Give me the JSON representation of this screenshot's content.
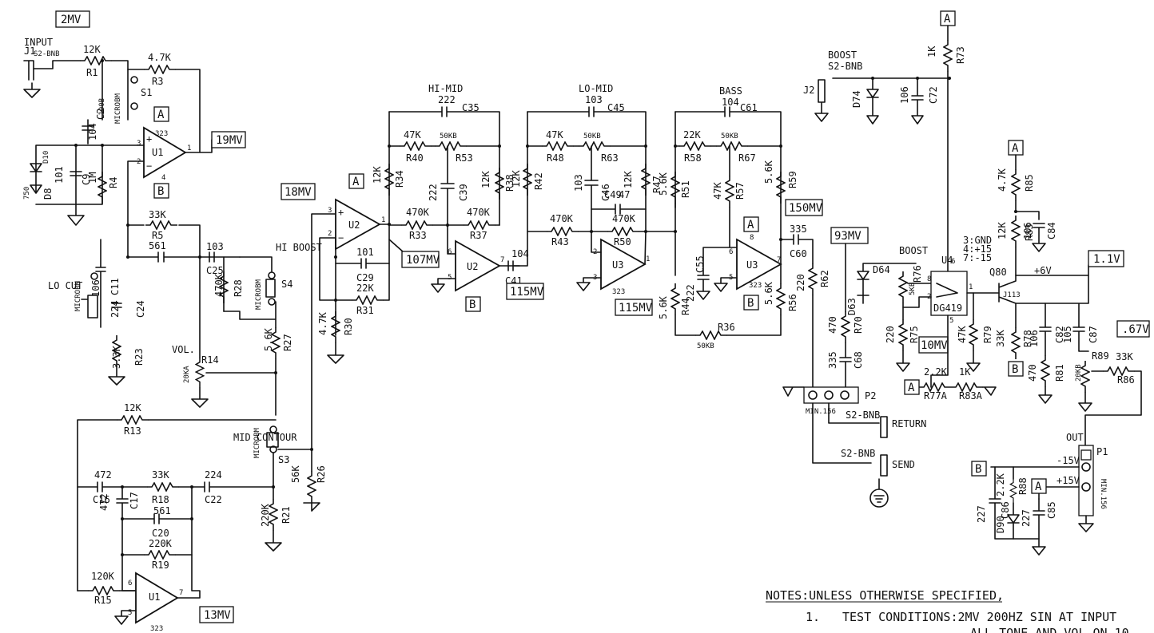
{
  "labels": {
    "input": "INPUT",
    "j1": "J1",
    "s2bnb_in": "S2-BNB",
    "r1": "R1",
    "r1v": "12K",
    "r3": "R3",
    "r3v": "4.7K",
    "s1": "S1",
    "s1s": "MICROBM",
    "c2": "C2",
    "c2v": "104",
    "c2x": ".100B",
    "u1a": "U1",
    "u1pin": "323",
    "r4": "R4",
    "r4v": "1M",
    "c9": "C9",
    "c9v": "101",
    "d8": "D8",
    "d8v": "750",
    "d8x": "D10",
    "r5": "R5",
    "r5v": "33K",
    "c7v": "561",
    "c11": "C11",
    "c11v": "106",
    "lo_cut": "LO CUT",
    "lo_cut_sw": "MICROBM",
    "c24": "C24",
    "c24v": "224",
    "r23": "R23",
    "r23v": "3.3K",
    "c25": "C25",
    "c25v": "103",
    "r28": "R28",
    "r28v": "470K",
    "hi_boost": "HI BOOST",
    "s4": "S4",
    "s4s": "MICROBM",
    "r27": "R27",
    "r27v": "5.6K",
    "vol": "VOL.",
    "r14": "R14",
    "r14v": "20KA",
    "r13": "R13",
    "r13v": "12K",
    "mid_contour": "MID CONTOUR",
    "s3": "S3",
    "s3s": "MICROBM",
    "r26": "R26",
    "r26v": "56K",
    "r21": "R21",
    "r21v": "220K",
    "c16": "C16",
    "c16v": "472",
    "c17": "C17",
    "c17v": "472",
    "r18": "R18",
    "r18v": "33K",
    "c22": "C22",
    "c22v": "224",
    "c20": "C20",
    "c20v": "561",
    "r19": "R19",
    "r19v": "220K",
    "r15": "R15",
    "r15v": "120K",
    "u1b": "U1",
    "u1bpin": "323",
    "u2a": "U2",
    "r34": "R34",
    "r34v": "12K",
    "r30": "R30",
    "r30v": "4.7K",
    "c29": "C29",
    "c29v": "101",
    "r31": "R31",
    "r31v": "22K",
    "hi_mid": "HI-MID",
    "c35": "C35",
    "c35v": "222",
    "r40": "R40",
    "r40v": "47K",
    "r53": "R53",
    "r53v": "50KB",
    "r38": "R38",
    "r38v": "12K",
    "c39": "C39",
    "c39v": "222",
    "r33": "R33",
    "r33v": "470K",
    "r37": "R37",
    "r37v": "470K",
    "u2b": "U2",
    "u2bpin": "323",
    "c41": "C41",
    "c41v": "104",
    "r42": "R42",
    "r42v": "12K",
    "lo_mid": "LO-MID",
    "c45": "C45",
    "c45v": "103",
    "r48": "R48",
    "r48v": "47K",
    "r63": "R63",
    "r63v": "50KB",
    "r47": "R47",
    "r47v": "12K",
    "c46": "C46",
    "c46v": "103",
    "c49": "C49",
    "c49v": "47",
    "r43": "R43",
    "r43v": "470K",
    "r50": "R50",
    "r50v": "470K",
    "u3a": "U3",
    "u3apin": "323",
    "bass": "BASS",
    "c61": "C61",
    "c61v": "104",
    "r58": "R58",
    "r58v": "22K",
    "r67": "R67",
    "r67v": "50KB",
    "r59": "R59",
    "r59v": "5.6K",
    "r51": "R51",
    "r51v": "5.6K",
    "r57": "R57",
    "r57v": "47K",
    "u3b": "U3",
    "u3bpin": "323",
    "c55": "C55",
    "c55v": "222",
    "r44": "R44",
    "r44v": "5.6K",
    "r56": "R56",
    "r56v": "5.6K",
    "r36": "R36",
    "r36v": "50KB",
    "c60": "C60",
    "c60v": "335",
    "r62": "R62",
    "r62v": "220",
    "r70": "R70",
    "r70v": "470",
    "c68": "C68",
    "c68v": "335",
    "p2": "P2",
    "p2s": "MIN.156",
    "s2bnb_ret": "S2-BNB",
    "return": "RETURN",
    "s2bnb_send": "S2-BNB",
    "send": "SEND",
    "boost_top": "BOOST",
    "s2bnb_boost": "S2-BNB",
    "j2": "J2",
    "d74": "D74",
    "c72": "C72",
    "c72v": "106",
    "r73": "R73",
    "r73v": "1K",
    "boost": "BOOST",
    "r76": "R76",
    "r76v": "5KB",
    "d64": "D64",
    "d63": "D63",
    "r75": "R75",
    "r75v": "220",
    "u4": "U4",
    "u4chip": "DG419",
    "u4p6": "6",
    "u4p8": "8",
    "u4p2": "2",
    "u4p1": "1",
    "u4p5": "5",
    "u4pins": "3:GND\n4:+15\n7:-15",
    "r79": "R79",
    "r79v": "47K",
    "r77a": "R77A",
    "r77av": "2.2K",
    "r83a": "R83A",
    "r83av": "1K",
    "r85": "R85",
    "r85v": "4.7K",
    "r83": "R83",
    "r83v": "12K",
    "c84": "C84",
    "c84v": "106",
    "q80": "Q80",
    "j113": "J113",
    "plus6v": "+6V",
    "r78": "R78",
    "r78v": "33K",
    "c82": "C82",
    "c82v": "106",
    "r81": "R81",
    "r81v": "470",
    "c87": "C87",
    "c87v": "105",
    "r89": "R89",
    "r89v": "20KB",
    "r86": "R86",
    "r86v": "33K",
    "out": "OUT",
    "p1": "P1",
    "p1s": "MIN.156",
    "m15v": "-15V",
    "p15v": "+15V",
    "c86": "C86",
    "c86v": "227",
    "r88": "R88",
    "r88v": "2.2K",
    "d90": "D90",
    "c85": "C85",
    "c85v": "227"
  },
  "levels": {
    "lv2mv": "2MV",
    "lv19mv": "19MV",
    "lv18mv": "18MV",
    "lv107mv": "107MV",
    "lv115mv_a": "115MV",
    "lv115mv_b": "115MV",
    "lv150mv": "150MV",
    "lv93mv": "93MV",
    "lv10mv": "10MV",
    "lv13mv": "13MV",
    "lv1_1v": "1.1V",
    "lv67v": ".67V"
  },
  "rails": {
    "a": "A",
    "b": "B"
  },
  "notes": {
    "heading": "NOTES:UNLESS OTHERWISE SPECIFIED,",
    "item1_num": "1.",
    "item1_text": "TEST CONDITIONS:2MV 200HZ SIN AT INPUT",
    "item1_cont": "ALL TONE AND VOL ON 10"
  }
}
